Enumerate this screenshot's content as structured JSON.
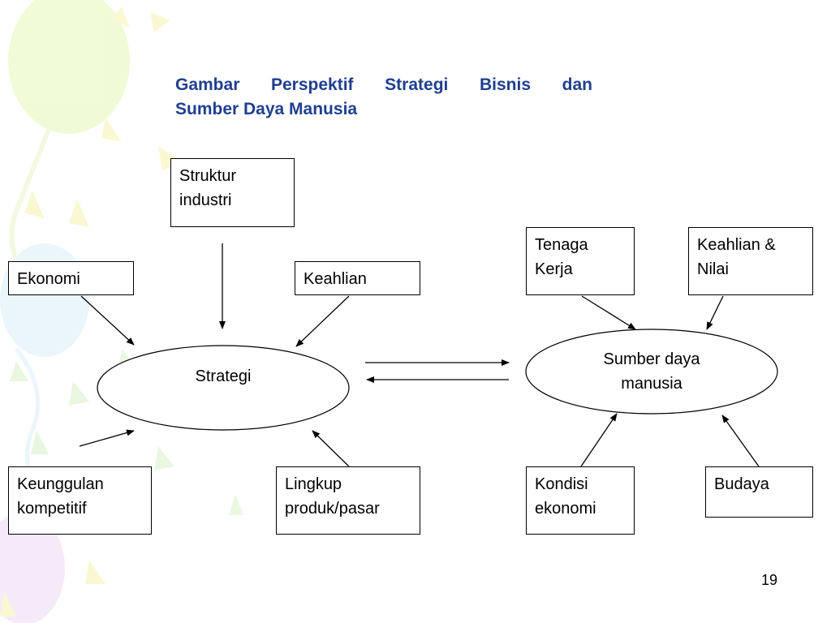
{
  "title": {
    "line1": "Gambar Perspektif Strategi Bisnis dan",
    "line2": "Sumber Daya Manusia"
  },
  "boxes": {
    "struktur_industri": "Struktur\nindustri",
    "ekonomi": "Ekonomi",
    "keahlian": "Keahlian",
    "keunggulan_kompetitif": "Keunggulan\nkompetitif",
    "lingkup_produk_pasar": "Lingkup\nproduk/pasar",
    "tenaga_kerja": "Tenaga\nKerja",
    "keahlian_nilai": "Keahlian &\nNilai",
    "kondisi_ekonomi": "Kondisi\nekonomi",
    "budaya": "Budaya"
  },
  "ellipses": {
    "strategi": "Strategi",
    "sumber_daya_manusia": "Sumber daya\nmanusia"
  },
  "page_number": "19"
}
